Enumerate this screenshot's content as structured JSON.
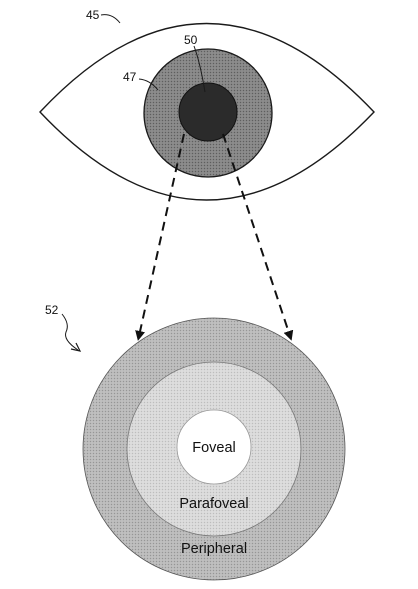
{
  "reference_numerals": {
    "eye": "45",
    "iris": "47",
    "pupil": "50",
    "field_diagram": "52"
  },
  "zones": {
    "inner": "Foveal",
    "middle": "Parafoveal",
    "outer": "Peripheral"
  },
  "colors": {
    "line": "#1a1a1a",
    "background": "#ffffff",
    "iris": "#8a8a8a",
    "pupil": "#2b2b2b",
    "peripheral_zone": "#b8b8b8",
    "parafoveal_zone": "#d6d6d6",
    "foveal_zone": "#ffffff"
  }
}
